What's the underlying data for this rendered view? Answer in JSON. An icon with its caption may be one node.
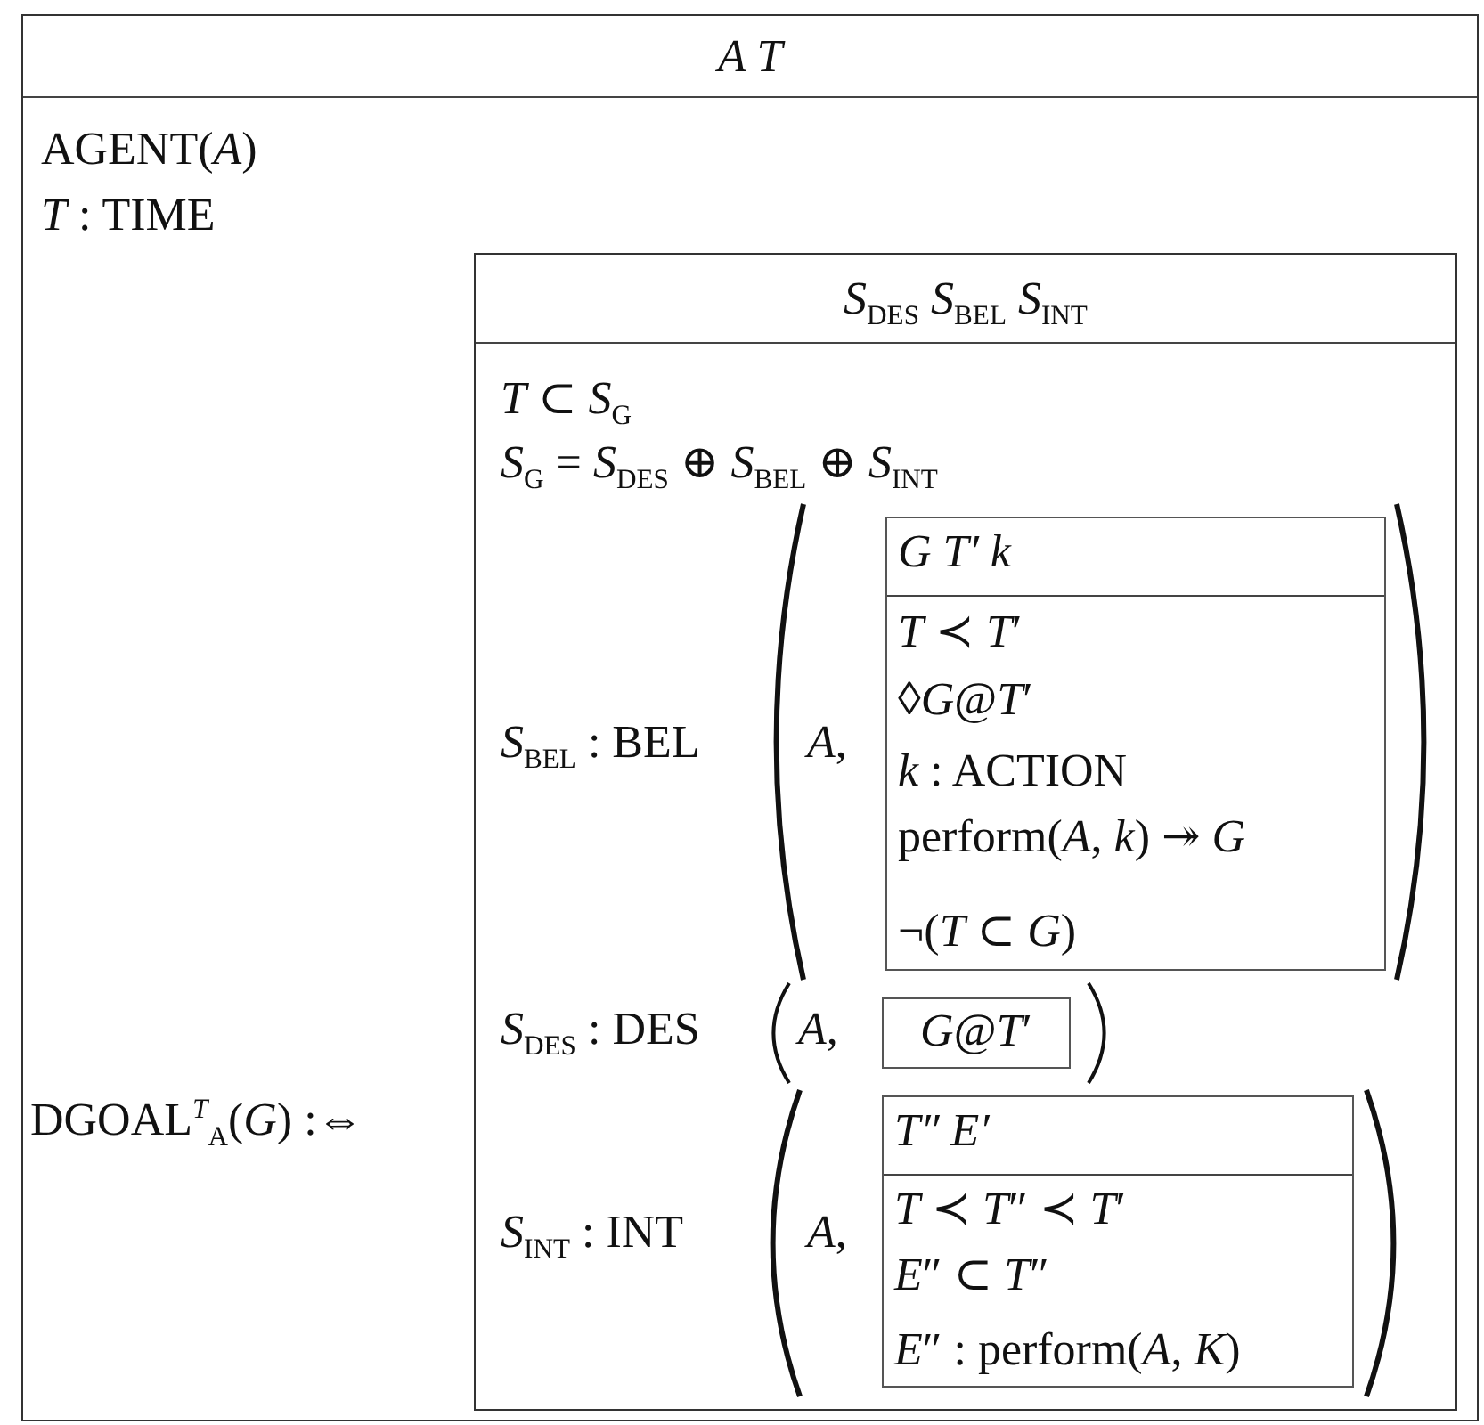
{
  "diagram": {
    "nodes": [
      {
        "text": [
          "A T",
          "AGENT(*A*)",
          "*T* : TIME",
          "DGOAL$^{T}$$_{A}$(*G*) :⇔"
        ]
      },
      {
        "text": [
          "*S*$_{DES}$ *S*$_{BEL}$ *S*$_{INT}$",
          "*T* ⊂ *S*$_{G}$",
          "*S*$_{G}$ = *S*$_{DES}$ ⊕ *S*$_{BEL}$ ⊕ *S*$_{INT}$",
          "*S*$_{BEL}$ : BEL",
          "*A*,",
          "*S*$_{DES}$ : DES",
          "*A*,",
          "*S*$_{INT}$ : INT",
          "*A*,"
        ],
        "in": 0
      },
      {
        "text": [
          "G T′ k",
          "*T* ≺ *T*′",
          "◊*G*@*T*′",
          "*k* : ACTION",
          "perform(*A*, *k*) ↠ *G*",
          "¬(*T* ⊂ *G*)"
        ],
        "in": 1
      },
      {
        "text": [
          "*G*@*T*′"
        ],
        "in": 1
      },
      {
        "text": [
          "T″ E′",
          "*T* ≺ *T*″ ≺ *T*′",
          "*E*″ ⊂ *T*″",
          "*E*″ : perform(*A*, *K*)"
        ],
        "in": 1
      }
    ]
  }
}
